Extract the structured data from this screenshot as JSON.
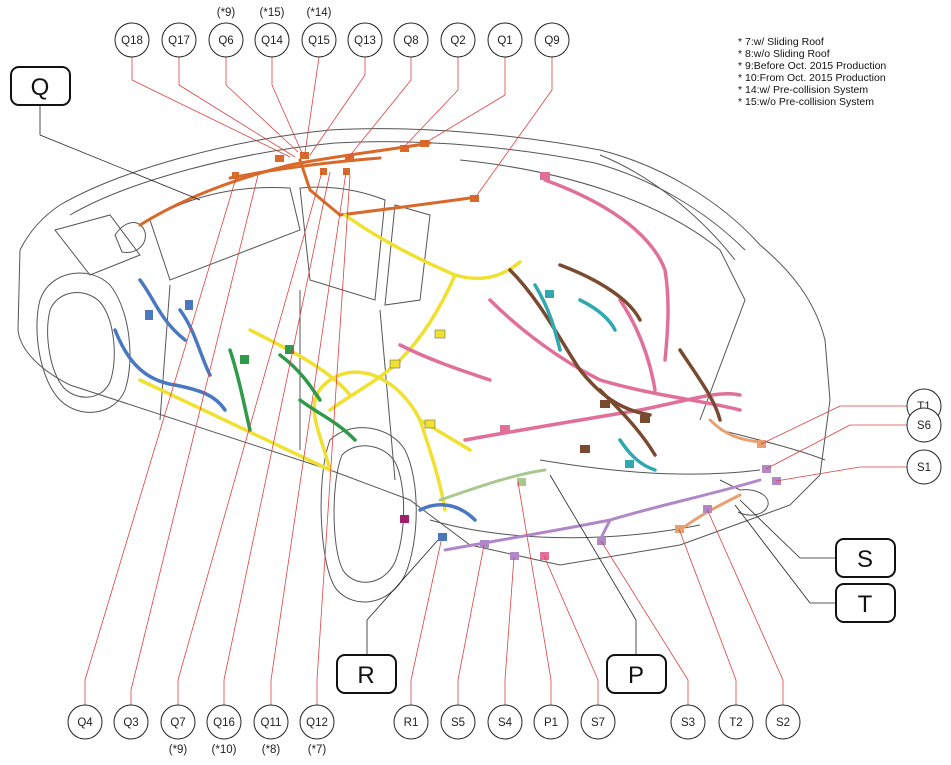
{
  "notes": [
    "* 7:w/ Sliding Roof",
    "* 8:w/o Sliding Roof",
    "* 9:Before Oct. 2015 Production",
    "* 10:From Oct. 2015 Production",
    "* 14:w/ Pre-collision System",
    "* 15:w/o Pre-collision System"
  ],
  "groups": [
    "Q",
    "R",
    "P",
    "S",
    "T"
  ],
  "top_connectors": [
    {
      "id": "Q18",
      "note": ""
    },
    {
      "id": "Q17",
      "note": ""
    },
    {
      "id": "Q6",
      "note": "(*9)"
    },
    {
      "id": "Q14",
      "note": "(*15)"
    },
    {
      "id": "Q15",
      "note": "(*14)"
    },
    {
      "id": "Q13",
      "note": ""
    },
    {
      "id": "Q8",
      "note": ""
    },
    {
      "id": "Q2",
      "note": ""
    },
    {
      "id": "Q1",
      "note": ""
    },
    {
      "id": "Q9",
      "note": ""
    }
  ],
  "bottom_connectors": [
    {
      "id": "Q4",
      "note": ""
    },
    {
      "id": "Q3",
      "note": ""
    },
    {
      "id": "Q7",
      "note": "(*9)"
    },
    {
      "id": "Q16",
      "note": "(*10)"
    },
    {
      "id": "Q11",
      "note": "(*8)"
    },
    {
      "id": "Q12",
      "note": "(*7)"
    },
    {
      "id": "R1",
      "note": ""
    },
    {
      "id": "S5",
      "note": ""
    },
    {
      "id": "S4",
      "note": ""
    },
    {
      "id": "P1",
      "note": ""
    },
    {
      "id": "S7",
      "note": ""
    },
    {
      "id": "S3",
      "note": ""
    },
    {
      "id": "T2",
      "note": ""
    },
    {
      "id": "S2",
      "note": ""
    }
  ],
  "right_connectors": [
    {
      "id": "T1"
    },
    {
      "id": "S6"
    },
    {
      "id": "S1"
    }
  ],
  "colors": {
    "leader": "#e04040",
    "orange_harness": "#d9692a",
    "yellow_harness": "#f0e030",
    "pink_harness": "#e0709a",
    "brown_harness": "#7a4a30",
    "teal_harness": "#30a8b0",
    "blue_harness": "#4a78c0",
    "green_harness": "#2f9a4a",
    "lavender_harness": "#b088c8",
    "peach_harness": "#e8a070",
    "lightgreen_harness": "#a8c890"
  }
}
